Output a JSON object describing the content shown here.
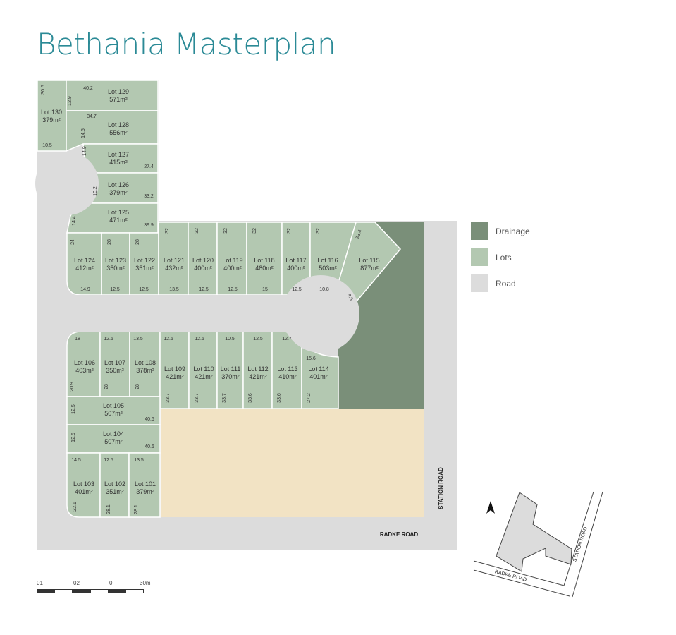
{
  "title": "Bethania Masterplan",
  "colors": {
    "lot": "#b3c8b1",
    "lot_stroke": "#ffffff",
    "drainage": "#7a8f79",
    "road": "#dcdcdc",
    "reserve": "#f2e3c4",
    "title": "#2b8a96"
  },
  "legend": [
    {
      "label": "Drainage",
      "color": "#7a8f79"
    },
    {
      "label": "Lots",
      "color": "#b3c8b1"
    },
    {
      "label": "Road",
      "color": "#dcdcdc"
    }
  ],
  "roads": {
    "radke": "RADKE ROAD",
    "station": "STATION ROAD"
  },
  "scale": {
    "labels": [
      "01",
      "02",
      "0",
      "30m"
    ]
  },
  "north_icon": "north-arrow-icon",
  "lots": [
    {
      "id": "lot-130",
      "name": "Lot 130",
      "area": "379m²"
    },
    {
      "id": "lot-129",
      "name": "Lot 129",
      "area": "571m²"
    },
    {
      "id": "lot-128",
      "name": "Lot 128",
      "area": "556m²"
    },
    {
      "id": "lot-127",
      "name": "Lot 127",
      "area": "415m²"
    },
    {
      "id": "lot-126",
      "name": "Lot 126",
      "area": "379m²"
    },
    {
      "id": "lot-125",
      "name": "Lot 125",
      "area": "471m²"
    },
    {
      "id": "lot-124",
      "name": "Lot 124",
      "area": "412m²"
    },
    {
      "id": "lot-123",
      "name": "Lot 123",
      "area": "350m²"
    },
    {
      "id": "lot-122",
      "name": "Lot 122",
      "area": "351m²"
    },
    {
      "id": "lot-121",
      "name": "Lot 121",
      "area": "432m²"
    },
    {
      "id": "lot-120",
      "name": "Lot 120",
      "area": "400m²"
    },
    {
      "id": "lot-119",
      "name": "Lot 119",
      "area": "400m²"
    },
    {
      "id": "lot-118",
      "name": "Lot 118",
      "area": "480m²"
    },
    {
      "id": "lot-117",
      "name": "Lot 117",
      "area": "400m²"
    },
    {
      "id": "lot-116",
      "name": "Lot 116",
      "area": "503m²"
    },
    {
      "id": "lot-115",
      "name": "Lot 115",
      "area": "877m²"
    },
    {
      "id": "lot-106",
      "name": "Lot 106",
      "area": "403m²"
    },
    {
      "id": "lot-107",
      "name": "Lot 107",
      "area": "350m²"
    },
    {
      "id": "lot-108",
      "name": "Lot 108",
      "area": "378m²"
    },
    {
      "id": "lot-109",
      "name": "Lot 109",
      "area": "421m²"
    },
    {
      "id": "lot-110",
      "name": "Lot 110",
      "area": "421m²"
    },
    {
      "id": "lot-111",
      "name": "Lot 111",
      "area": "370m²"
    },
    {
      "id": "lot-112",
      "name": "Lot 112",
      "area": "421m²"
    },
    {
      "id": "lot-113",
      "name": "Lot 113",
      "area": "410m²"
    },
    {
      "id": "lot-114",
      "name": "Lot 114",
      "area": "401m²"
    },
    {
      "id": "lot-105",
      "name": "Lot 105",
      "area": "507m²"
    },
    {
      "id": "lot-104",
      "name": "Lot 104",
      "area": "507m²"
    },
    {
      "id": "lot-103",
      "name": "Lot 103",
      "area": "401m²"
    },
    {
      "id": "lot-102",
      "name": "Lot 102",
      "area": "351m²"
    },
    {
      "id": "lot-101",
      "name": "Lot 101",
      "area": "379m²"
    }
  ],
  "dimensions": {
    "d130_top": "30.5",
    "d130_bottom": "10.5",
    "d129_top": "40.2",
    "d129_side": "12.9",
    "d128_top": "34.7",
    "d128_side": "14.5",
    "d127_side": "14.9",
    "d127_right": "27.4",
    "d126_side": "10.2",
    "d126_right": "33.2",
    "d125_side": "14.4",
    "d125_right": "39.9",
    "d124_top": "24",
    "d124_bottom": "14.9",
    "d123_top": "28",
    "d123_bottom": "12.5",
    "d122_top": "28",
    "d122_bottom": "12.5",
    "d121_top": "32",
    "d121_bottom": "13.5",
    "d120_top": "32",
    "d120_bottom": "12.5",
    "d119_top": "32",
    "d119_bottom": "12.5",
    "d118_top": "32",
    "d118_bottom": "15",
    "d117_top": "32",
    "d117_bottom": "12.5",
    "d116_top": "32",
    "d116_bottom": "10.8",
    "d115_top": "33.4",
    "d115_bottom": "9.6",
    "d106_top": "18",
    "d106_side": "20.9",
    "d107_top": "12.5",
    "d107_side": "28",
    "d108_top": "13.5",
    "d108_side": "28",
    "d109_top": "12.5",
    "d109_side": "33.7",
    "d110_top": "12.5",
    "d110_side": "33.7",
    "d111_top": "10.5",
    "d111_side": "33.7",
    "d112_top": "12.5",
    "d112_side": "33.6",
    "d113_top": "12.7",
    "d113_side": "33.6",
    "d114_top": "15.6",
    "d114_side": "27.2",
    "d105_side": "12.5",
    "d105_right": "40.6",
    "d104_side": "12.5",
    "d104_right": "40.6",
    "d103_top": "14.5",
    "d103_side": "22.1",
    "d102_top": "12.5",
    "d102_side": "28.1",
    "d101_top": "13.5",
    "d101_side": "28.1"
  }
}
